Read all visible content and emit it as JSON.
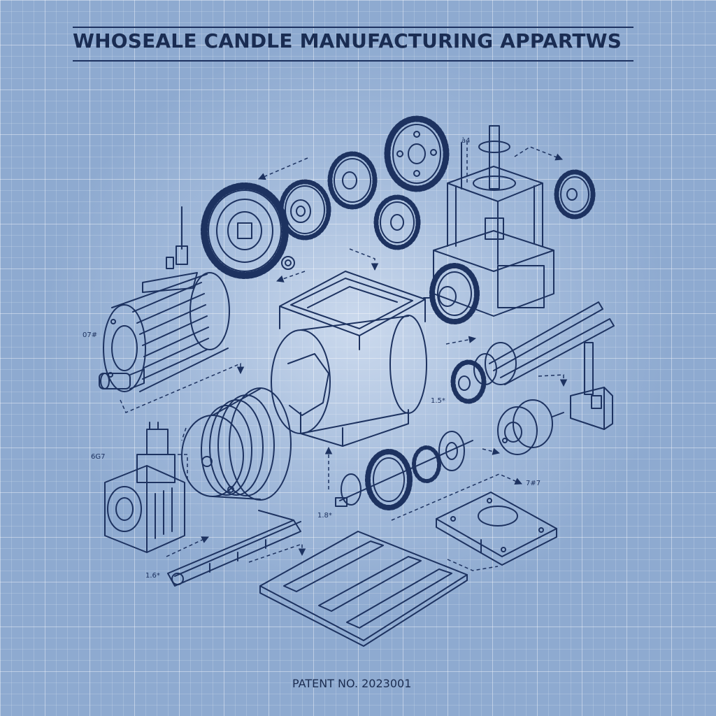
{
  "title": "WHOSEALE CANDLE MANUFACTURING APPARTWS",
  "footer": {
    "patent": "PATENT NO. 2023001"
  },
  "ref_labels": {
    "motor": "07#",
    "gear_top": "à4",
    "gearbox": "6G7",
    "drive_shaft": "1.8*",
    "rail": "1.6*",
    "pulley_shaft": "1.5*",
    "plate": "7#7"
  },
  "colors": {
    "line": "#1d3260",
    "paper": "#8eaad0",
    "text": "#1a2c52"
  }
}
